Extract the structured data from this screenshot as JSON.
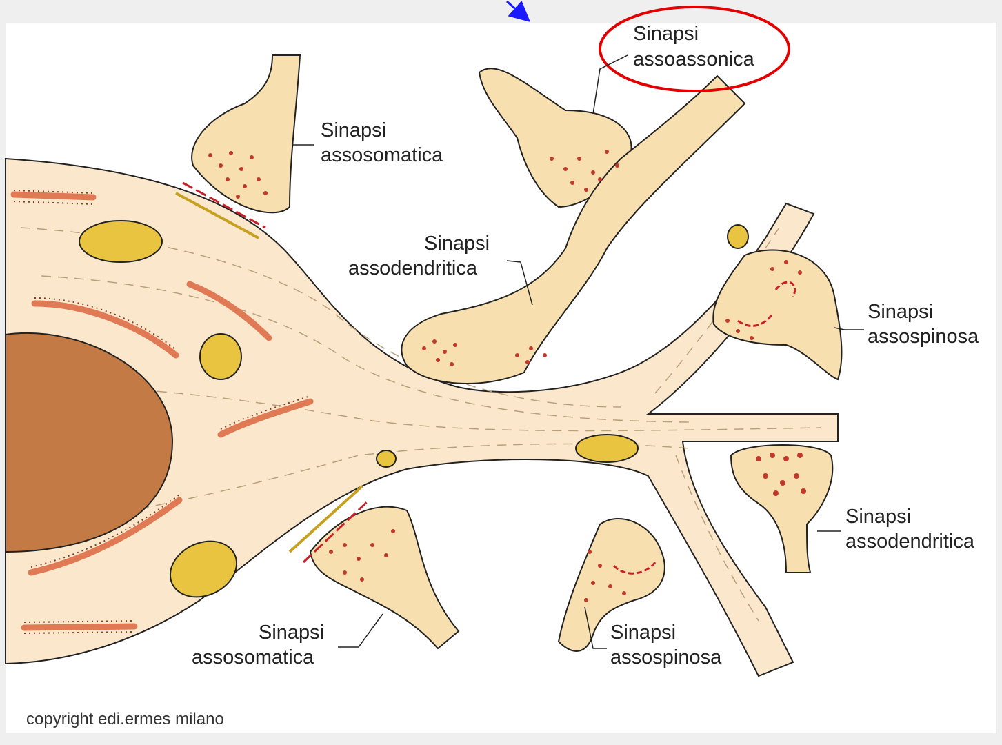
{
  "diagram": {
    "labels": {
      "assoassonica_line1": "Sinapsi",
      "assoassonica_line2": "assoassonica",
      "assosomatica_top_line1": "Sinapsi",
      "assosomatica_top_line2": "assosomatica",
      "assodendritica_mid_line1": "Sinapsi",
      "assodendritica_mid_line2": "assodendritica",
      "assospinosa_right_line1": "Sinapsi",
      "assospinosa_right_line2": "assospinosa",
      "assodendritica_right_line1": "Sinapsi",
      "assodendritica_right_line2": "assodendritica",
      "assosomatica_bottom_line1": "Sinapsi",
      "assosomatica_bottom_line2": "assosomatica",
      "assospinosa_bottom_line1": "Sinapsi",
      "assospinosa_bottom_line2": "assospinosa"
    },
    "copyright": "copyright edi.ermes milano"
  },
  "colors": {
    "background": "#efefef",
    "cytoplasm": "#fbe8cc",
    "terminal": "#f7dfaf",
    "nucleus": "#c47a45",
    "er": "#e07a55",
    "mitochondria": "#e8c440",
    "vesicle": "#c0392b",
    "highlight_circle": "#e30000",
    "arrow": "#1a1aff"
  }
}
